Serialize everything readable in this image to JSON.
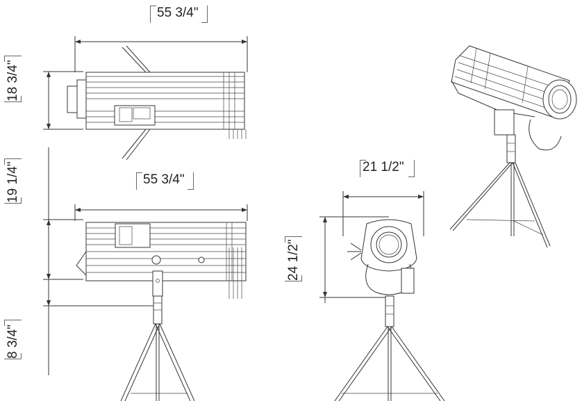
{
  "dimensions": {
    "top_width": "55 3/4\"",
    "side_width": "55 3/4\"",
    "top_height": "18 3/4\"",
    "side_height": "19 1/4\"",
    "stand_height": "8 3/4\"",
    "front_width": "21 1/2\"",
    "front_height": "24 1/2\""
  }
}
